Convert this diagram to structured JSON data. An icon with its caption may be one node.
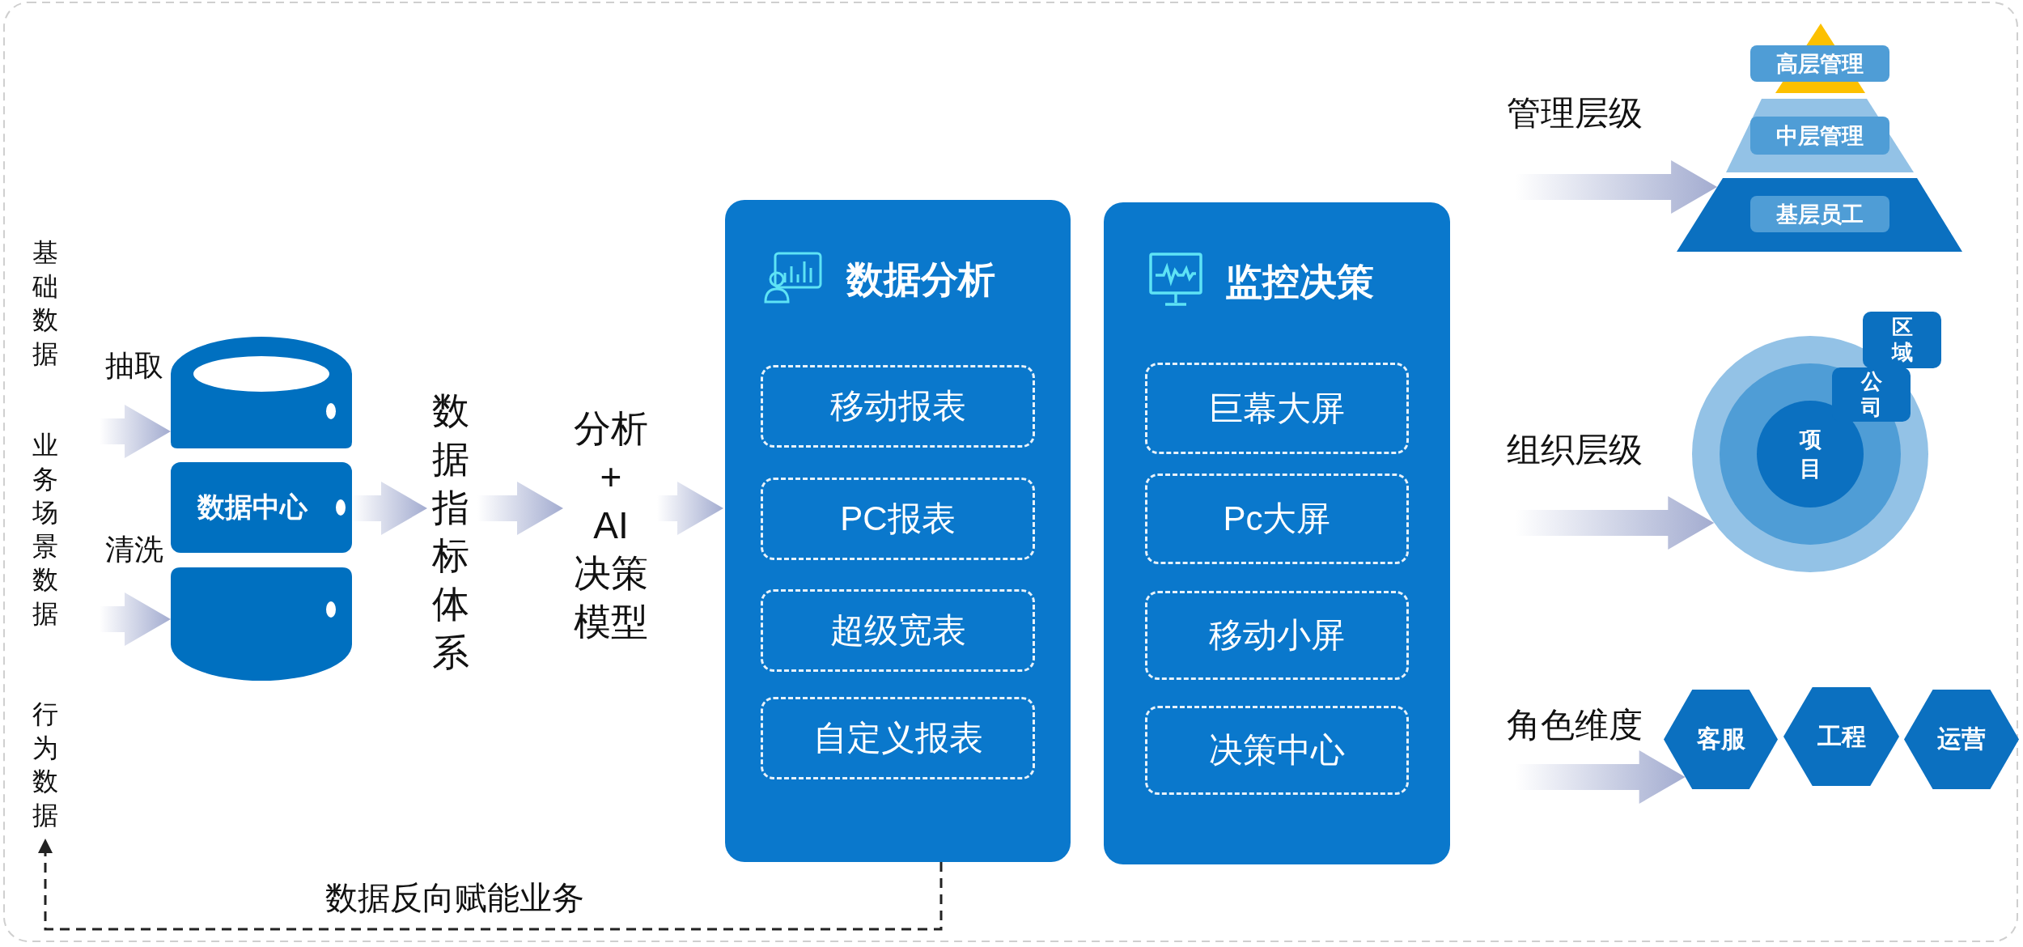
{
  "diagram": {
    "nodes": [
      {
        "text": [
          "基础数据"
        ]
      },
      {
        "text": [
          "业务场景数据"
        ]
      },
      {
        "text": [
          "行为数据"
        ]
      },
      {
        "text": [
          "数据中心"
        ]
      },
      {
        "text": [
          "数据指标体系"
        ]
      },
      {
        "text": [
          "分析 + AI 决策模型"
        ]
      },
      {
        "text": [
          "数据分析"
        ]
      },
      {
        "text": [
          "移动报表"
        ],
        "in": 6
      },
      {
        "text": [
          "PC报表"
        ],
        "in": 6
      },
      {
        "text": [
          "超级宽表"
        ],
        "in": 6
      },
      {
        "text": [
          "自定义报表"
        ],
        "in": 6
      },
      {
        "text": [
          "监控决策"
        ]
      },
      {
        "text": [
          "巨幕大屏"
        ],
        "in": 11
      },
      {
        "text": [
          "Pc大屏"
        ],
        "in": 11
      },
      {
        "text": [
          "移动小屏"
        ],
        "in": 11
      },
      {
        "text": [
          "决策中心"
        ],
        "in": 11
      },
      {
        "text": [
          "高层管理"
        ]
      },
      {
        "text": [
          "中层管理"
        ]
      },
      {
        "text": [
          "基层员工"
        ]
      },
      {
        "text": [],
        "shape": "circle"
      },
      {
        "text": [],
        "shape": "circle",
        "in": 19
      },
      {
        "text": [
          "项目"
        ],
        "in": 20
      },
      {
        "text": [
          "公司"
        ],
        "in": 19
      },
      {
        "text": [
          "区域"
        ]
      },
      {
        "text": [
          "客服"
        ]
      },
      {
        "text": [
          "工程"
        ]
      },
      {
        "text": [
          "运营"
        ]
      }
    ],
    "edges": [
      {
        "from": null,
        "to": 3,
        "arrow": "to",
        "label": "抽取"
      },
      {
        "from": null,
        "to": 3,
        "arrow": "to",
        "label": "清洗"
      },
      {
        "from": 3,
        "to": 4,
        "arrow": "to"
      },
      {
        "from": 4,
        "to": 5,
        "arrow": "to"
      },
      {
        "from": 5,
        "to": 6,
        "arrow": "to"
      },
      {
        "from": null,
        "to": 18,
        "arrow": "to"
      },
      {
        "from": null,
        "to": 19,
        "arrow": "to"
      },
      {
        "from": null,
        "to": 24,
        "arrow": "to"
      },
      {
        "from": 6,
        "to": 2,
        "arrow": "to",
        "style": "dashed",
        "color": "#222222",
        "label": "数据反向赋能业务"
      }
    ],
    "labels": [
      "管理层级",
      "组织层级",
      "角色维度"
    ]
  }
}
